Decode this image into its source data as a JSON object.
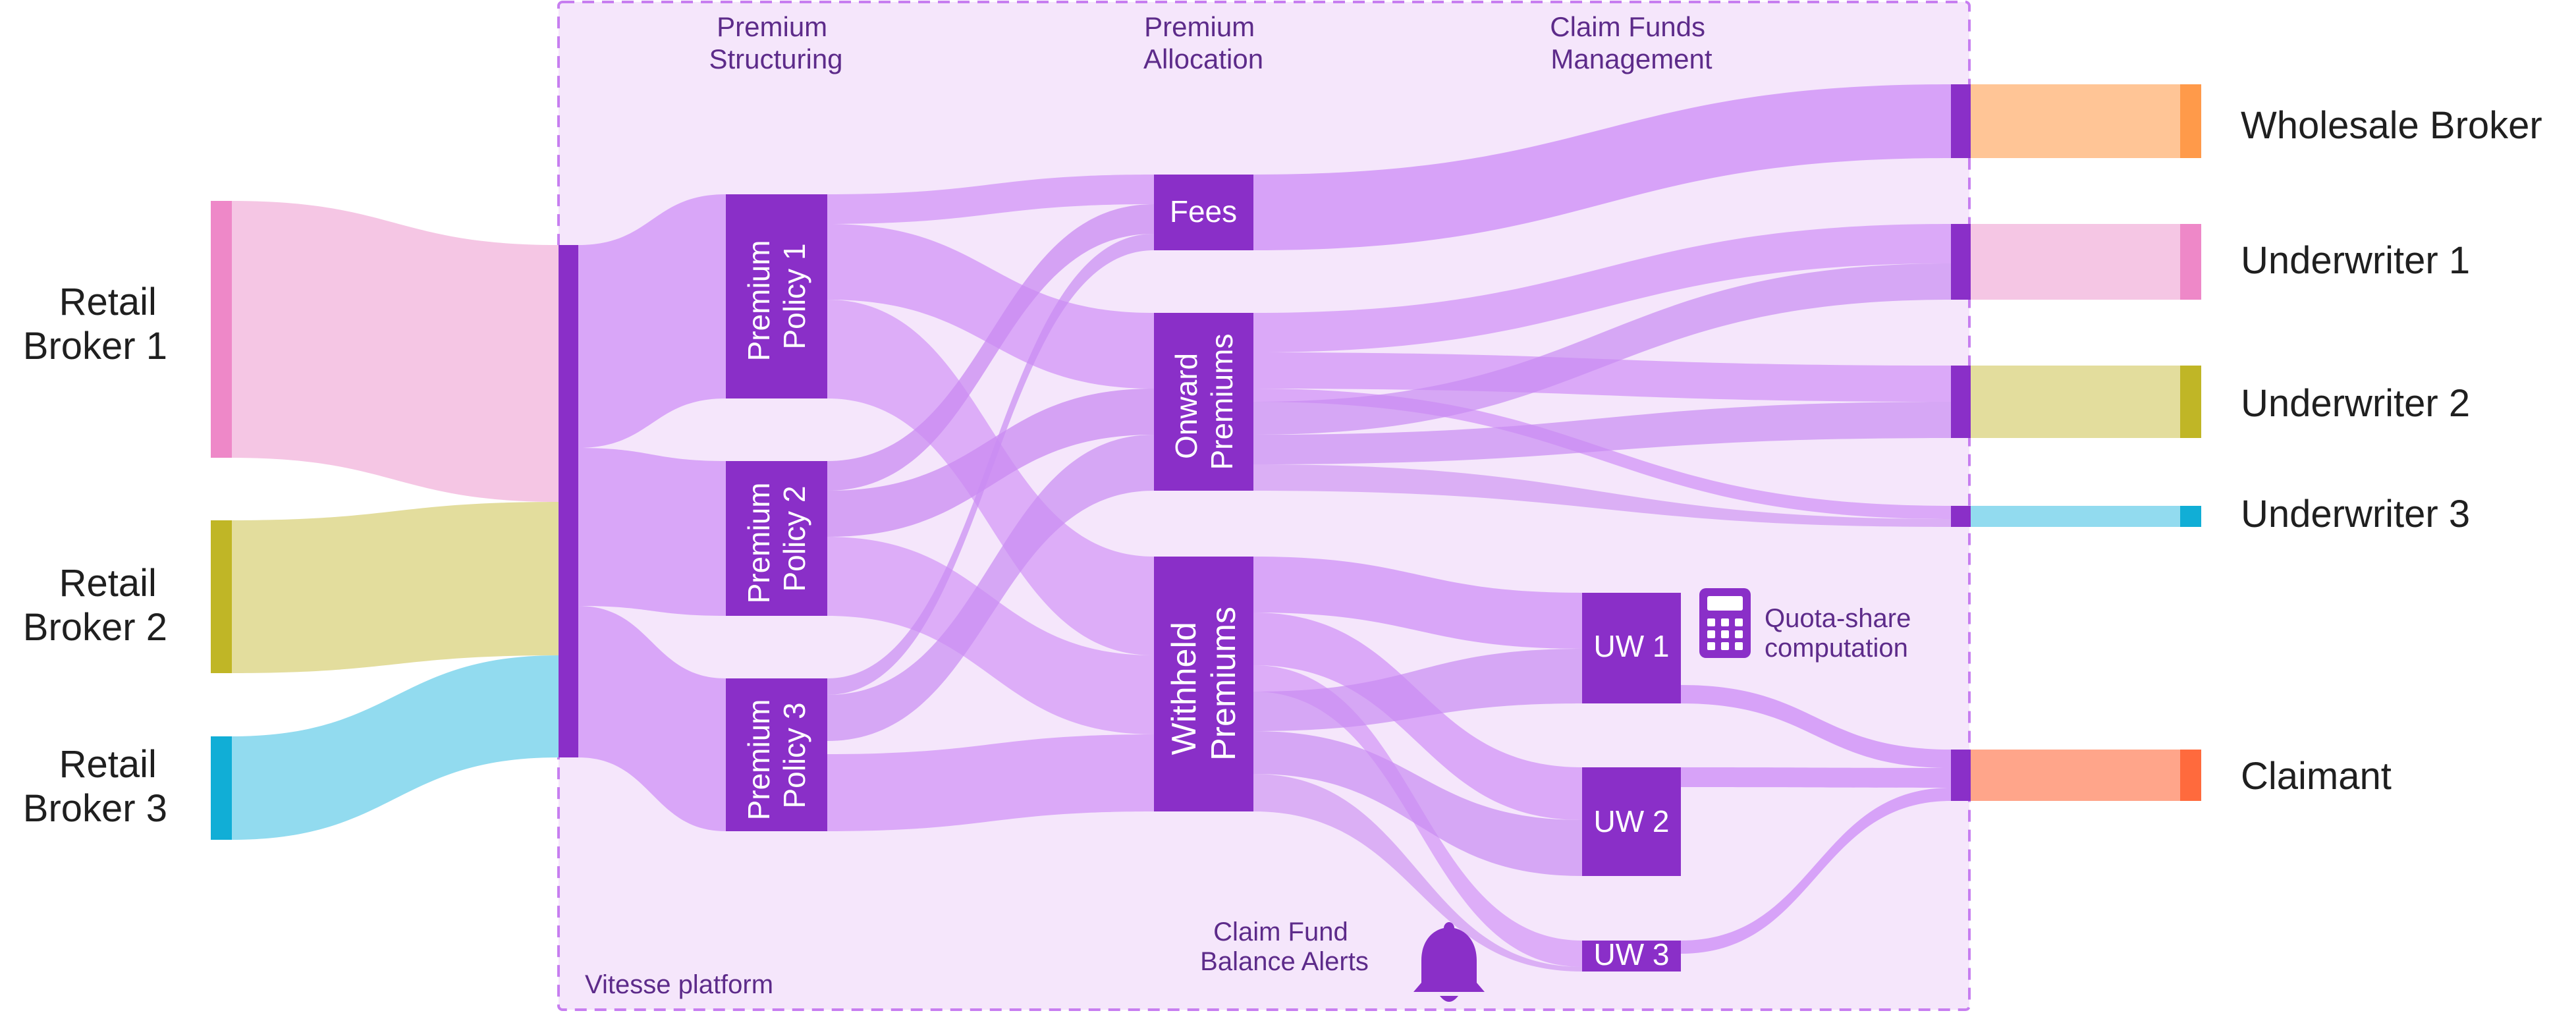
{
  "platform": {
    "label": "Vitesse platform",
    "region_color": "#f5e6fb",
    "border_color": "#c77ef0"
  },
  "stages": {
    "premium_structuring": [
      "Premium",
      "Structuring"
    ],
    "premium_allocation": [
      "Premium",
      "Allocation"
    ],
    "claim_funds_management": [
      "Claim Funds",
      "Management"
    ]
  },
  "sources": [
    {
      "id": "rb1",
      "lines": [
        "Retail",
        "Broker 1"
      ],
      "color": "#ee88c8",
      "light": "#f5c6e4"
    },
    {
      "id": "rb2",
      "lines": [
        "Retail",
        "Broker 2"
      ],
      "color": "#c0b626",
      "light": "#e3dd9d"
    },
    {
      "id": "rb3",
      "lines": [
        "Retail",
        "Broker 3"
      ],
      "color": "#11aed6",
      "light": "#92dbef"
    }
  ],
  "policies": [
    {
      "id": "p1",
      "lines": [
        "Premium",
        "Policy 1"
      ]
    },
    {
      "id": "p2",
      "lines": [
        "Premium",
        "Policy 2"
      ]
    },
    {
      "id": "p3",
      "lines": [
        "Premium",
        "Policy 3"
      ]
    }
  ],
  "allocations": [
    {
      "id": "fees",
      "lines": [
        "Fees"
      ]
    },
    {
      "id": "onward",
      "lines": [
        "Onward",
        "Premiums"
      ]
    },
    {
      "id": "withheld",
      "lines": [
        "Withheld",
        "Premiums"
      ]
    }
  ],
  "uw_funds": [
    {
      "id": "uw1",
      "label": "UW 1"
    },
    {
      "id": "uw2",
      "label": "UW 2"
    },
    {
      "id": "uw3",
      "label": "UW 3"
    }
  ],
  "destinations": [
    {
      "id": "wholesale",
      "label": "Wholesale Broker",
      "color": "#ff9a4a",
      "light": "#ffc596"
    },
    {
      "id": "uwr1",
      "label": "Underwriter 1",
      "color": "#ee88c8",
      "light": "#f5c6e4"
    },
    {
      "id": "uwr2",
      "label": "Underwriter 2",
      "color": "#c0b626",
      "light": "#e3dd9d"
    },
    {
      "id": "uwr3",
      "label": "Underwriter 3",
      "color": "#11aed6",
      "light": "#92dbef"
    },
    {
      "id": "claimant",
      "label": "Claimant",
      "color": "#ff6a3d",
      "light": "#ffa58a"
    }
  ],
  "annotations": {
    "quota_share": [
      "Quota-share",
      "computation"
    ],
    "balance_alerts": [
      "Claim Fund",
      "Balance Alerts"
    ]
  },
  "icons": {
    "calculator": "calculator-icon",
    "bell": "bell-icon"
  },
  "colors": {
    "node": "#8a2fc8",
    "flow": "#d49af7",
    "flow_alt": "#c98bf2"
  }
}
